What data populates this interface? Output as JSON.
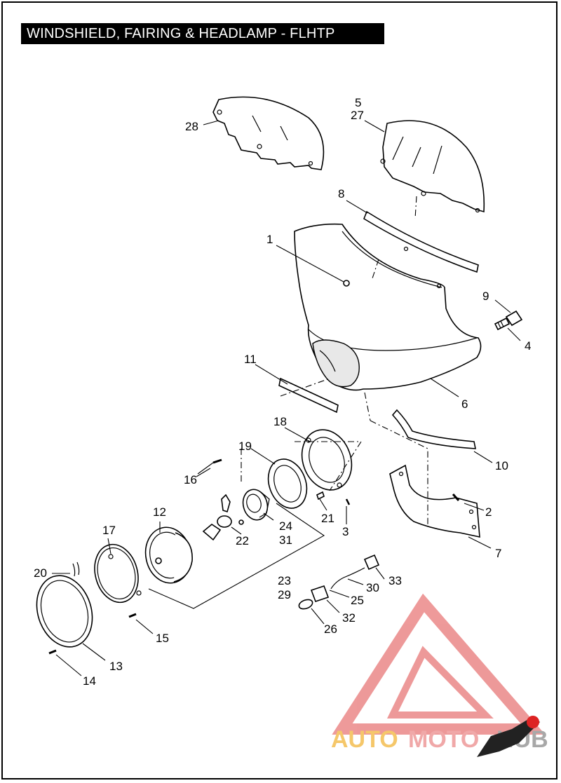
{
  "title": "WINDSHIELD, FAIRING & HEADLAMP - FLHTP",
  "callouts": {
    "c1": "1",
    "c2": "2",
    "c3": "3",
    "c4": "4",
    "c5": "5",
    "c6": "6",
    "c7": "7",
    "c8": "8",
    "c9": "9",
    "c10": "10",
    "c11": "11",
    "c12": "12",
    "c13": "13",
    "c14": "14",
    "c15": "15",
    "c16": "16",
    "c17": "17",
    "c18": "18",
    "c19": "19",
    "c20": "20",
    "c21": "21",
    "c22": "22",
    "c23": "23",
    "c24": "24",
    "c25": "25",
    "c26": "26",
    "c27": "27",
    "c28": "28",
    "c29": "29",
    "c30": "30",
    "c31": "31",
    "c32": "32",
    "c33": "33"
  },
  "watermark": {
    "text_auto": "AUTO",
    "text_moto": "MOTO",
    "text_hub": "HUB",
    "color_auto": "#f5c76a",
    "color_moto": "#f0a8a8",
    "color_hub": "#a8a8a8",
    "logo_color": "#e87878"
  }
}
